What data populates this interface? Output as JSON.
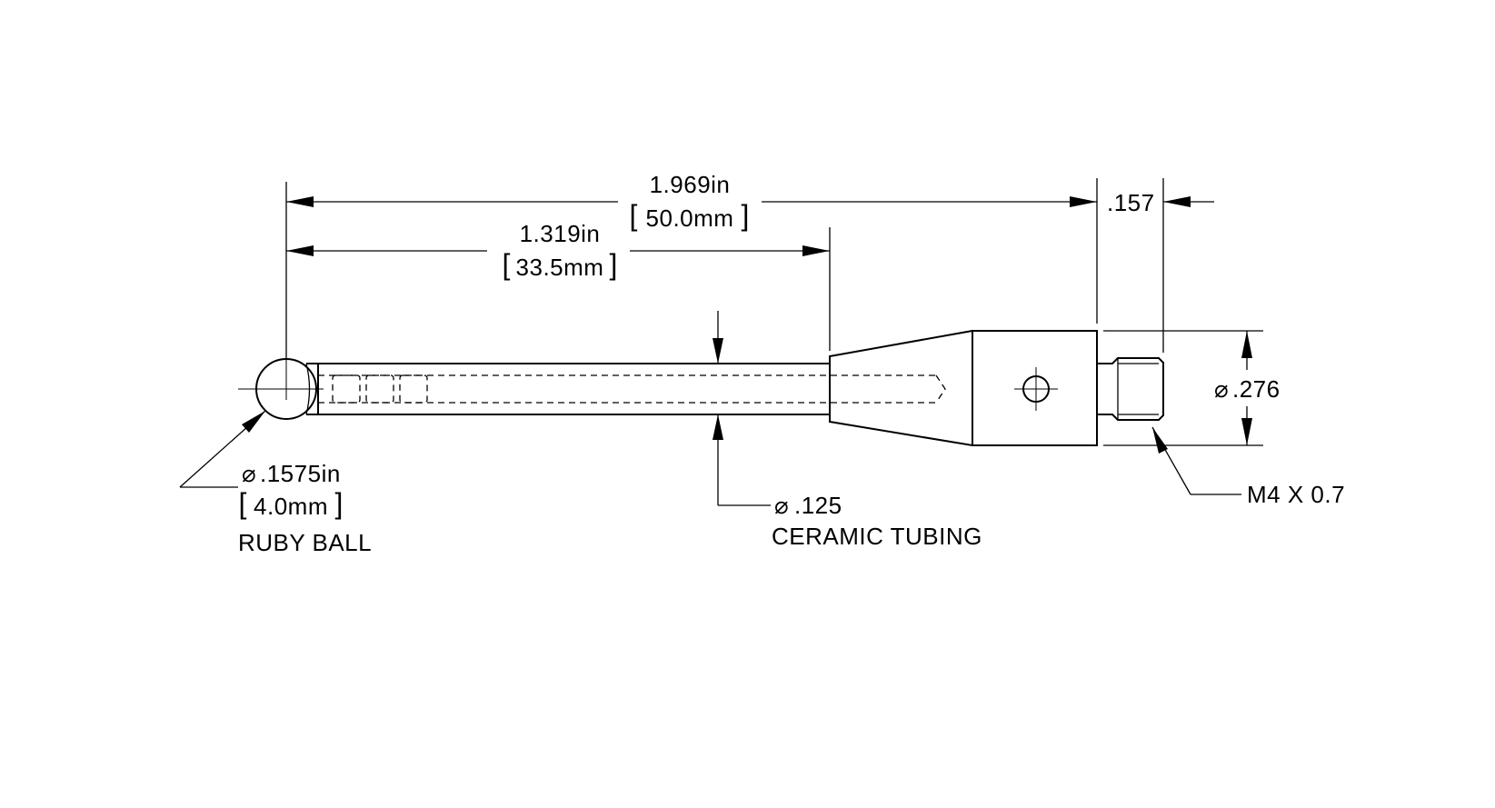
{
  "dimensions": {
    "overall_length_in": "1.969in",
    "overall_length_mm": "50.0mm",
    "tube_length_in": "1.319in",
    "tube_length_mm": "33.5mm",
    "thread_length": ".157",
    "body_diameter": ".276"
  },
  "callouts": {
    "ball_diameter": ".1575in",
    "ball_diameter_mm": "4.0mm",
    "ball_material": "RUBY BALL",
    "tube_diameter": ".125",
    "tube_material": "CERAMIC TUBING",
    "thread_spec": "M4 X 0.7"
  },
  "symbols": {
    "diameter": "⌀"
  }
}
